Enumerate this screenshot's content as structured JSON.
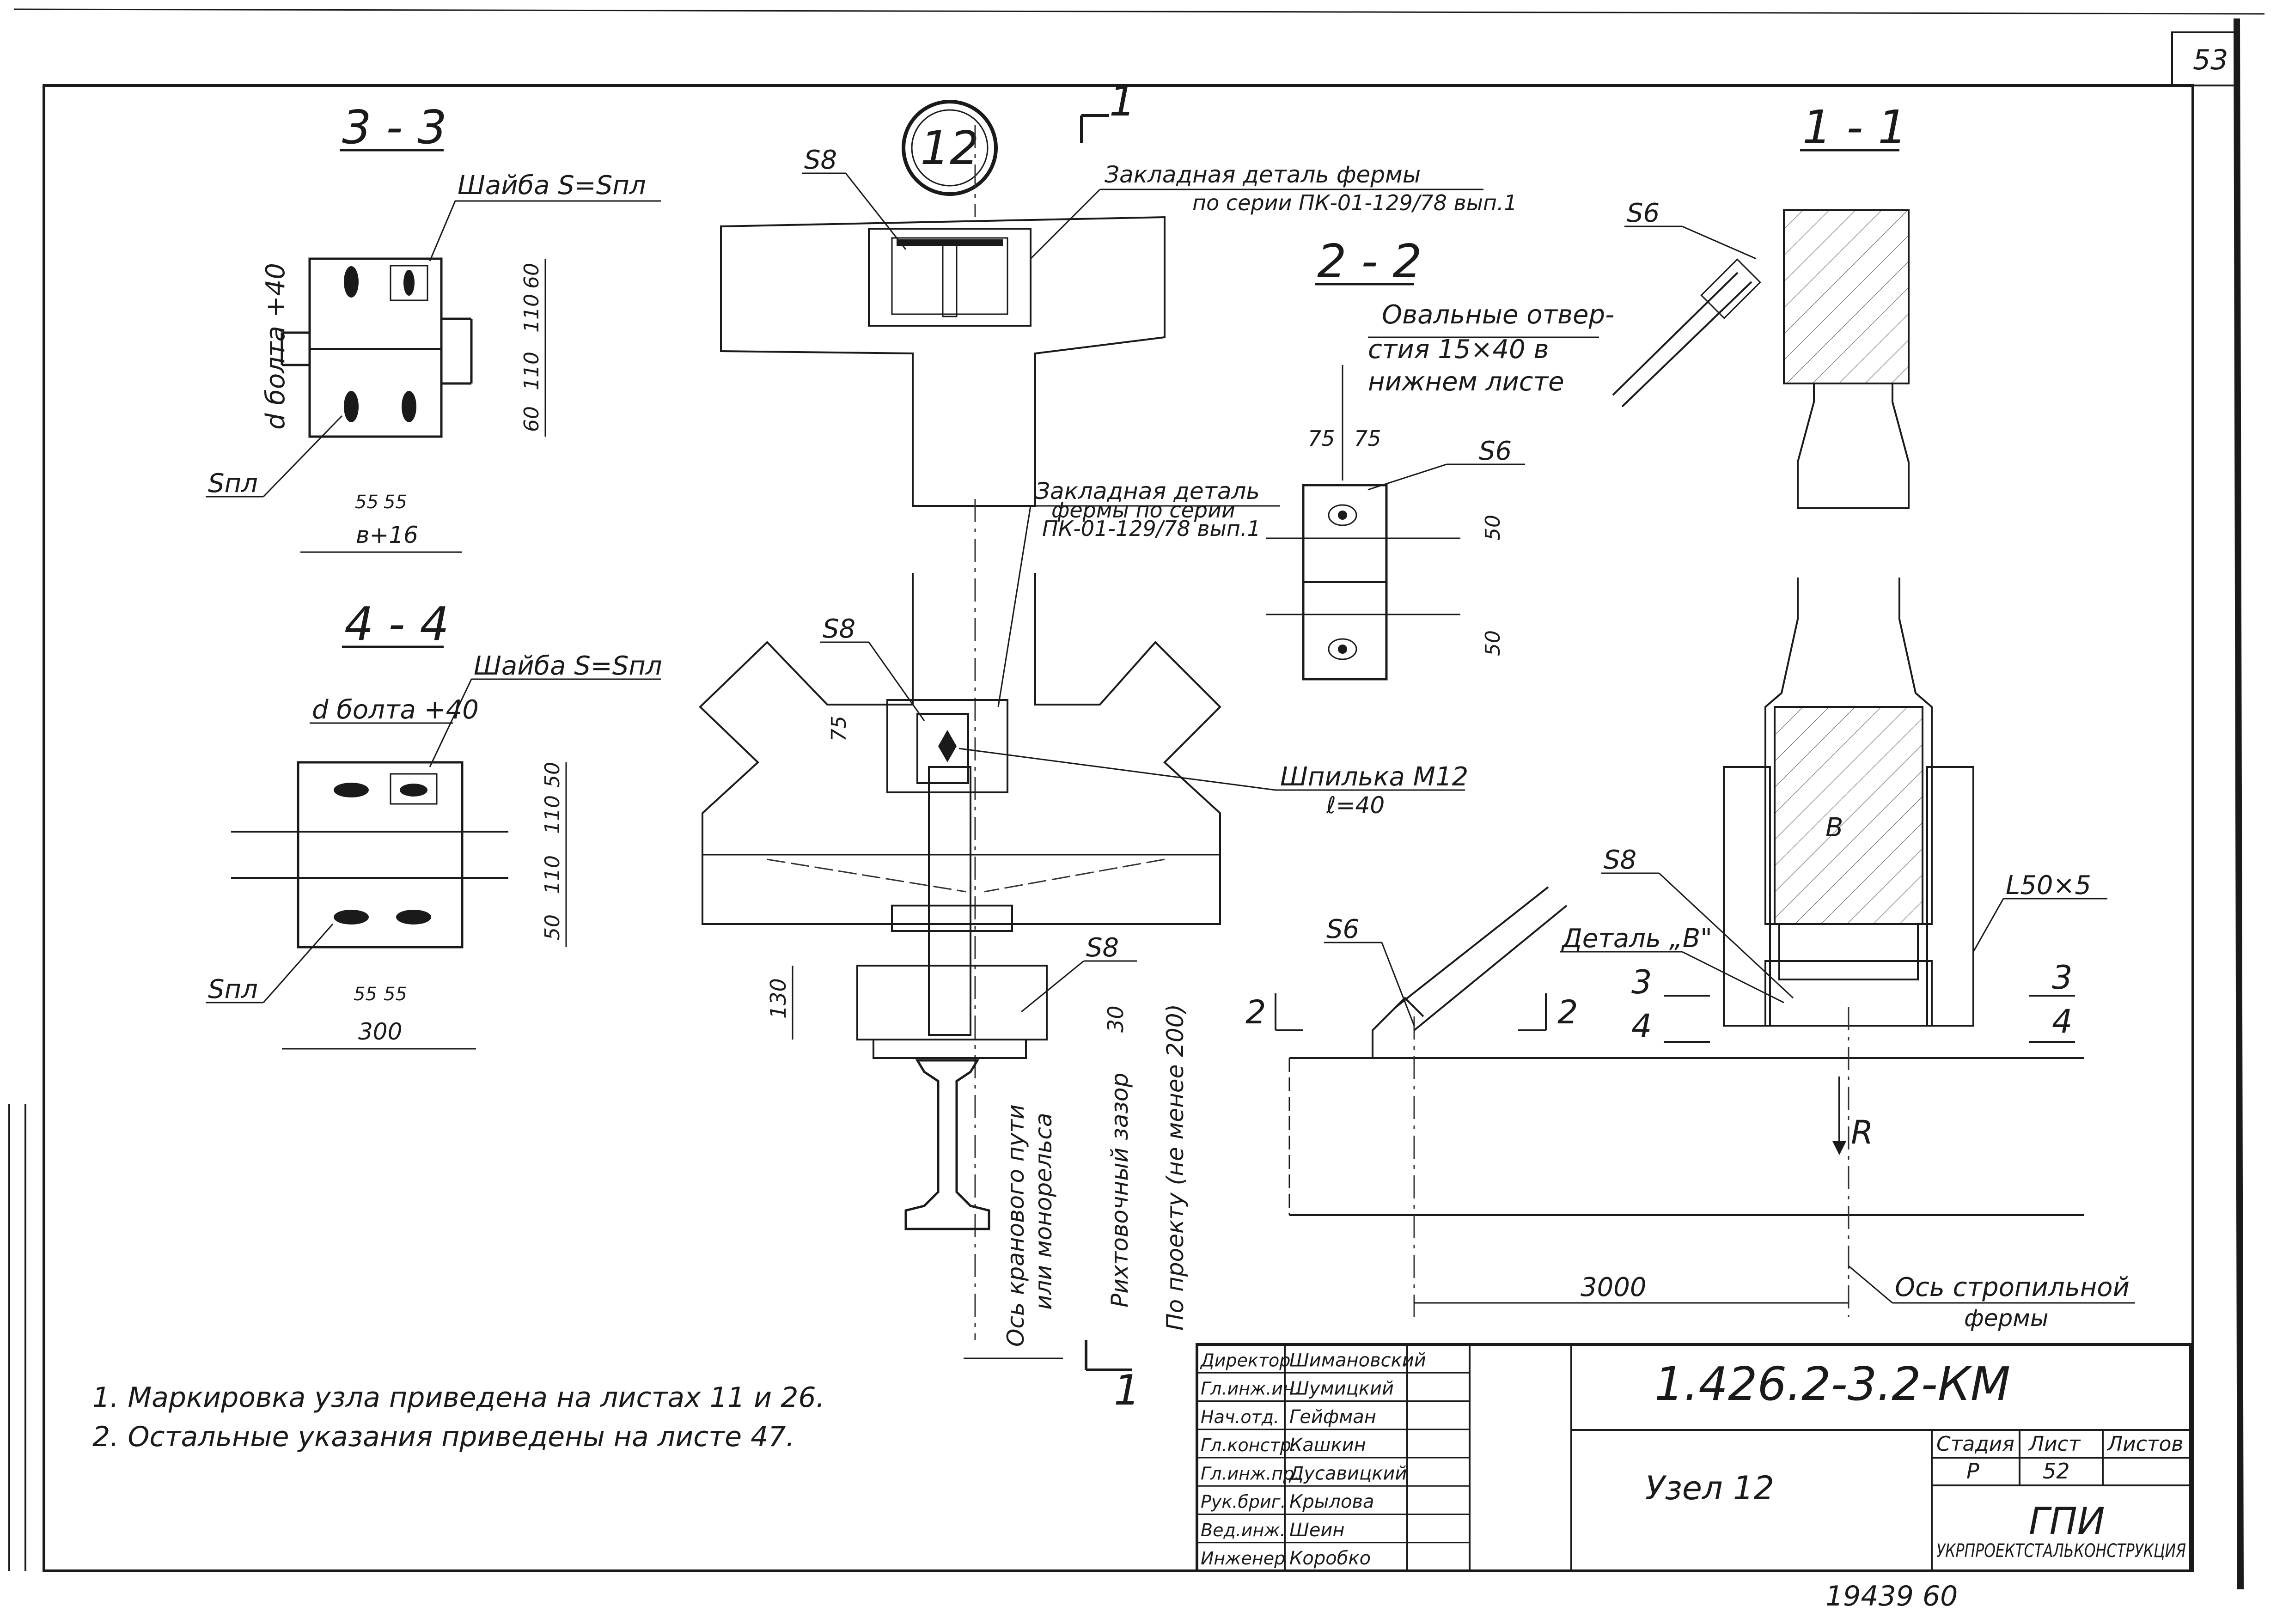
{
  "sheet": {
    "corner_number": "53",
    "bottom_number": "19439 60"
  },
  "views": {
    "node_number": "12",
    "section_3_3": {
      "title": "3 - 3",
      "washer": "Шайба S=Sпл",
      "bolt_label": "d болта +40",
      "plate_label": "Sпл",
      "dims_right": [
        "60",
        "110",
        "110",
        "60"
      ],
      "dims_bottom": [
        "55",
        "55"
      ],
      "width_label": "в+16"
    },
    "section_4_4": {
      "title": "4 - 4",
      "washer": "Шайба S=Sпл",
      "bolt_label": "d болта +40",
      "plate_label": "Sпл",
      "dims_right": [
        "50",
        "110",
        "110",
        "50"
      ],
      "dims_bottom": [
        "55",
        "55"
      ],
      "width_label": "300"
    },
    "section_2_2": {
      "title": "2 - 2",
      "note_line1": "Овальные отвер-",
      "note_line2": "стия 15×40 в",
      "note_line3": "нижнем листе",
      "dim_left": "75",
      "dim_right": "75",
      "weld": "S6",
      "dim_v1": "50",
      "dim_v2": "50"
    },
    "section_1_1": {
      "title": "1 - 1",
      "weld_top": "S6",
      "weld_mid": "S8",
      "letter_b": "B",
      "angle": "L50×5",
      "detail": "Деталь „В\"",
      "cut3": "3",
      "cut4": "4",
      "reaction": "R",
      "dim_3000": "3000",
      "axis_line1": "Ось стропильной",
      "axis_line2": "фермы",
      "weld_left": "S6",
      "cut2": "2"
    },
    "main": {
      "weld_top": "S8",
      "embed1_line1": "Закладная деталь фермы",
      "embed1_line2": "по серии ПК-01-129/78 вып.1",
      "embed2_line1": "Закладная деталь",
      "embed2_line2": "фермы по серии",
      "embed2_line3": "ПК-01-129/78 вып.1",
      "weld_mid": "S8",
      "dim_75": "75",
      "stud_line1": "Шпилька М12",
      "stud_line2": "ℓ=40",
      "weld_low": "S8",
      "dim_130": "130",
      "dim_30": "30",
      "vert1_line1": "Ось кранового пути",
      "vert1_line2": "или монорельса",
      "vert2": "Рихтовочный зазор",
      "vert3": "По проекту (не менее 200)",
      "cut_mark": "1"
    }
  },
  "notes": [
    "1. Маркировка узла приведена на листах 11 и 26.",
    "2. Остальные указания приведены на листе 47."
  ],
  "title_block": {
    "roles": [
      "Директор",
      "Гл.инж.ин.",
      "Нач.отд.",
      "Гл.констр.",
      "Гл.инж.пр.",
      "Рук.бриг.",
      "Вед.инж.",
      "Инженер"
    ],
    "names": [
      "Шимановский",
      "Шумицкий",
      "Гейфман",
      "Кашкин",
      "Дусавицкий",
      "Крылова",
      "Шеин",
      "Коробко"
    ],
    "doc_code": "1.426.2-3.2-КМ",
    "doc_title": "Узел 12",
    "stage_header": "Стадия",
    "sheet_header": "Лист",
    "sheets_header": "Листов",
    "stage": "Р",
    "sheet": "52",
    "org_short": "ГПИ",
    "org_long": "УКРПРОЕКТСТАЛЬКОНСТРУКЦИЯ"
  }
}
